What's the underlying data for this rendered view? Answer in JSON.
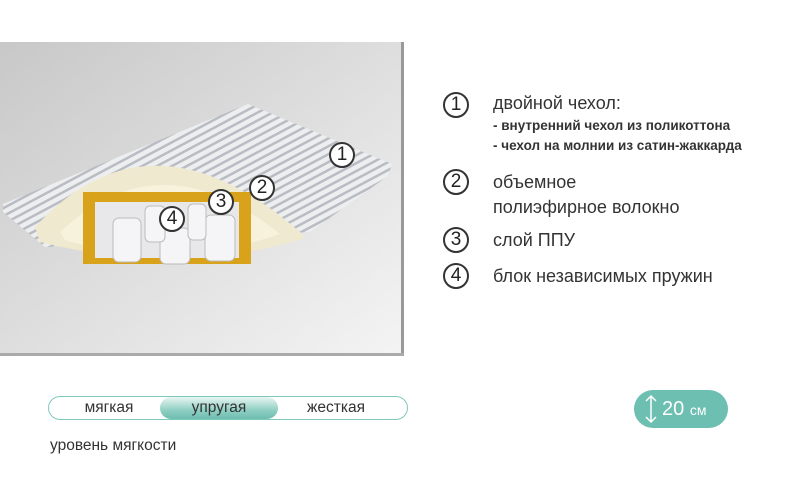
{
  "legend": [
    {
      "num": "1",
      "title": "двойной чехол:",
      "details": [
        "- внутренний чехол из поликоттона",
        "- чехол на молнии из сатин-жаккарда"
      ]
    },
    {
      "num": "2",
      "title": "объемное",
      "title2": "полиэфирное волокно"
    },
    {
      "num": "3",
      "title": "слой ППУ"
    },
    {
      "num": "4",
      "title": "блок независимых пружин"
    }
  ],
  "softness": {
    "options": [
      "мягкая",
      "упругая",
      "жесткая"
    ],
    "selected": "упругая",
    "label": "уровень мягкости"
  },
  "height": {
    "value": "20",
    "unit": "см",
    "icon": "vertical-arrows-icon"
  },
  "colors": {
    "accent": "#6dbfb1",
    "foam": "#d9a21b"
  }
}
